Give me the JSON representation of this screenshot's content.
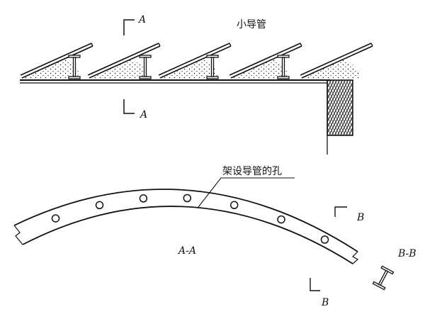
{
  "labels": {
    "small_pipe": "小导管",
    "section_a_top": "A",
    "section_a_bottom": "A",
    "hole_label": "架设导管的孔",
    "section_aa": "A-A",
    "section_b_top": "B",
    "section_b_bottom": "B",
    "section_bb": "B-B"
  },
  "colors": {
    "line": "#111111",
    "background": "#ffffff"
  },
  "counts": {
    "steel_arches": 4,
    "small_pipes": 5,
    "holes": 7
  }
}
